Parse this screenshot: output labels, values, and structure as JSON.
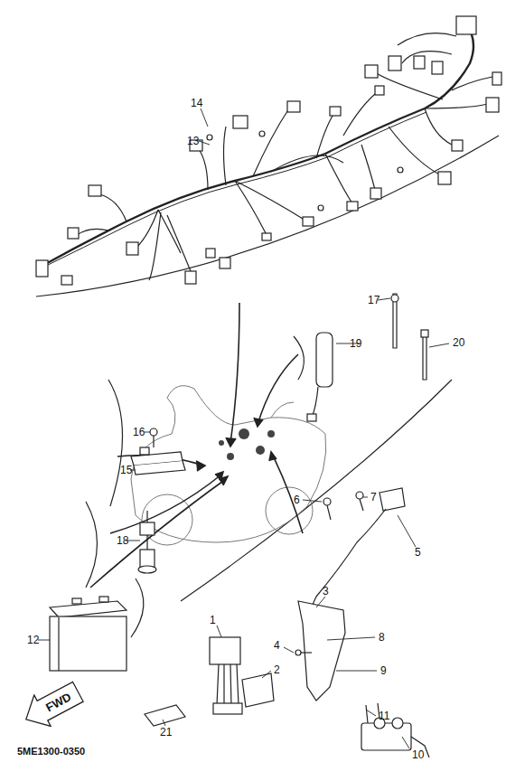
{
  "diagram": {
    "nodes": [
      {
        "text": [
          "FWD"
        ]
      }
    ],
    "labels": [
      "14",
      "13",
      "17",
      "20",
      "16",
      "15",
      "19",
      "6",
      "7",
      "5",
      "18",
      "8",
      "9",
      "4",
      "3",
      "1",
      "2",
      "11",
      "10",
      "12",
      "21",
      "5ME1300-0350"
    ]
  }
}
